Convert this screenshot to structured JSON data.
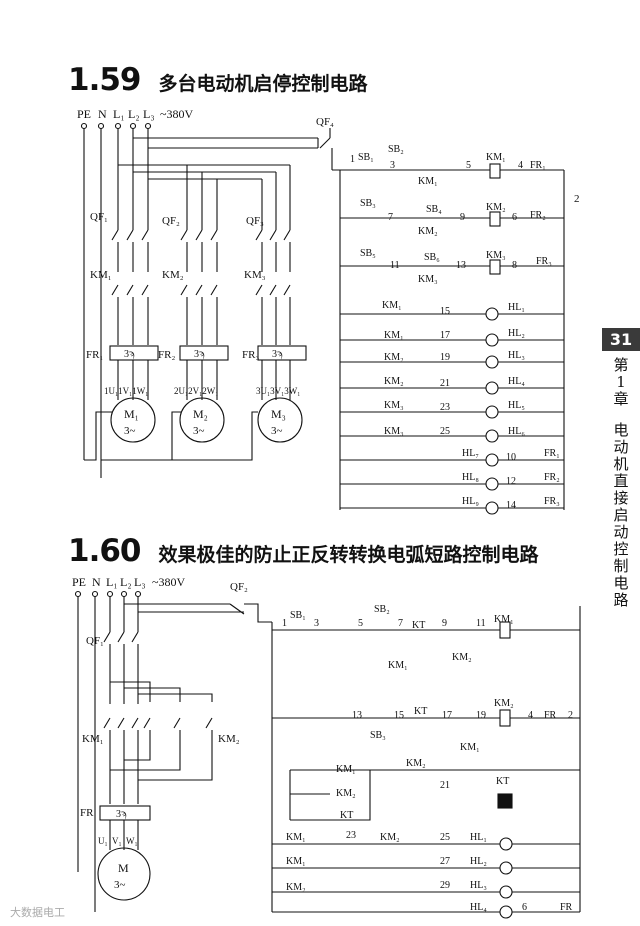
{
  "section1": {
    "number": "1.59",
    "title": "多台电动机启停控制电路",
    "labels": {
      "pe": "PE",
      "n": "N",
      "l1": "L₁",
      "l2": "L₂",
      "l3": "L₃",
      "voltage": "~380V",
      "qf1": "QF₁",
      "qf2": "QF₂",
      "qf3": "QF₃",
      "qf4": "QF₄",
      "km1": "KM₁",
      "km2": "KM₂",
      "km3": "KM₃",
      "fr1": "FR₁",
      "fr2": "FR₂",
      "fr3": "FR₃",
      "thermal": "3ϡ",
      "m1_terms": "1U₁1V₁1W₁",
      "m2_terms": "2U₁2V₁2W₁",
      "m3_terms": "3U₁3V₁3W₁",
      "m1": "M₁",
      "m2": "M₂",
      "m3": "M₃",
      "three_phase": "3~",
      "sb1": "SB₁",
      "sb2": "SB₂",
      "sb3": "SB₃",
      "sb4": "SB₄",
      "sb5": "SB₅",
      "sb6": "SB₆",
      "n1": "1",
      "n2": "2",
      "n3": "3",
      "n4": "4",
      "n5": "5",
      "n6": "6",
      "n7": "7",
      "n8": "8",
      "n9": "9",
      "n10": "10",
      "n11": "11",
      "n12": "12",
      "n13": "13",
      "n14": "14",
      "n15": "15",
      "n17": "17",
      "n19": "19",
      "n21": "21",
      "n23": "23",
      "n25": "25",
      "hl1": "HL₁",
      "hl2": "HL₂",
      "hl3": "HL₃",
      "hl4": "HL₄",
      "hl5": "HL₅",
      "hl6": "HL₆",
      "hl7": "HL₇",
      "hl8": "HL₈",
      "hl9": "HL₉"
    }
  },
  "section2": {
    "number": "1.60",
    "title": "效果极佳的防止正反转转换电弧短路控制电路",
    "labels": {
      "pe": "PE",
      "n": "N",
      "l1": "L₁",
      "l2": "L₂",
      "l3": "L₃",
      "voltage": "~380V",
      "qf1": "QF₁",
      "qf2": "QF₂",
      "km1": "KM₁",
      "km2": "KM₂",
      "fr": "FR",
      "thermal": "3ϡ",
      "u1": "U₁",
      "v1": "V₁",
      "w1": "W₁",
      "m": "M",
      "three_phase": "3~",
      "sb1": "SB₁",
      "sb2": "SB₂",
      "sb3": "SB₃",
      "kt": "KT",
      "n1": "1",
      "n2": "2",
      "n3": "3",
      "n4": "4",
      "n5": "5",
      "n6": "6",
      "n7": "7",
      "n9": "9",
      "n11": "11",
      "n13": "13",
      "n15": "15",
      "n17": "17",
      "n19": "19",
      "n21": "21",
      "n23": "23",
      "n25": "25",
      "n27": "27",
      "n29": "29",
      "hl1": "HL₁",
      "hl2": "HL₂",
      "hl3": "HL₃",
      "hl4": "HL₄"
    }
  },
  "sidebar": {
    "page_number": "31",
    "chapter": "第1章",
    "chapter_title": "电动机直接启动控制电路"
  },
  "watermark": "大数据电工"
}
